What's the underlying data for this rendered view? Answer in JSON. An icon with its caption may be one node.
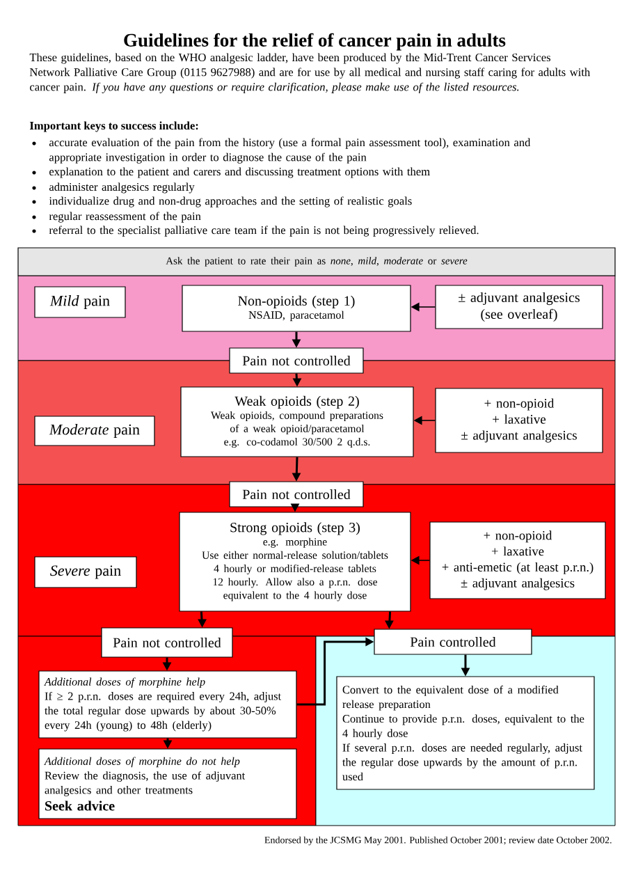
{
  "diagram": {
    "title": "Guidelines for the relief of cancer pain in adults",
    "nodes": [
      {
        "text": [
          "Ask the patient to rate their pain as *none*, *mild*, *moderate* or *severe*"
        ]
      },
      {
        "text": [
          "*Mild* pain"
        ]
      },
      {
        "text": [
          "Non-opioids (step 1)",
          "NSAID, paracetamol"
        ]
      },
      {
        "text": [
          "± adjuvant analgesics (see overleaf)"
        ]
      },
      {
        "text": [
          "Pain not controlled"
        ]
      },
      {
        "text": [
          "*Moderate* pain"
        ]
      },
      {
        "text": [
          "Weak opioids (step 2)",
          "Weak opioids, compound preparations of a weak opioid/paracetamol",
          "e.g. co-codamol 30/500 2 q.d.s."
        ]
      },
      {
        "text": [
          "+ non-opioid",
          "+ laxative",
          "± adjuvant analgesics"
        ]
      },
      {
        "text": [
          "Pain not controlled"
        ]
      },
      {
        "text": [
          "*Severe* pain"
        ]
      },
      {
        "text": [
          "Strong opioids (step 3)",
          "e.g. morphine",
          "Use either normal-release solution/tablets 4 hourly or modified-release tablets 12 hourly. Allow also a p.r.n. dose equivalent to the 4 hourly dose"
        ]
      },
      {
        "text": [
          "+ non-opioid",
          "+ laxative",
          "+ anti-emetic (at least p.r.n.)",
          "± adjuvant analgesics"
        ]
      },
      {
        "text": [
          "Pain not controlled"
        ]
      },
      {
        "text": [
          "Pain controlled"
        ]
      },
      {
        "text": [
          "Additional doses of morphine help",
          "If ≥ 2 p.r.n. doses are required every 24h, adjust the total regular dose upwards by about 30-50% every 24h (young) to 48h (elderly)"
        ]
      },
      {
        "text": [
          "Additional doses of morphine do not help",
          "Review the diagnosis, the use of adjuvant analgesics and other treatments",
          "Seek advice"
        ]
      },
      {
        "text": [
          "Convert to the equivalent dose of a modified release preparation",
          "Continue to provide p.r.n. doses, equivalent to the 4 hourly dose",
          "If several p.r.n. doses are needed regularly, adjust the regular dose upwards by the amount of p.r.n. used"
        ]
      }
    ],
    "edges": [
      {
        "from": 3,
        "to": 2,
        "arrow": "to"
      },
      {
        "from": 2,
        "to": 4,
        "arrow": "to"
      },
      {
        "from": 4,
        "to": 6,
        "arrow": "to"
      },
      {
        "from": 7,
        "to": 6,
        "arrow": "to"
      },
      {
        "from": 6,
        "to": 8,
        "arrow": "to"
      },
      {
        "from": 8,
        "to": 10,
        "arrow": "to"
      },
      {
        "from": 11,
        "to": 10,
        "arrow": "to"
      },
      {
        "from": 10,
        "to": 12,
        "arrow": "to"
      },
      {
        "from": 10,
        "to": 13,
        "arrow": "to"
      },
      {
        "from": 12,
        "to": 14,
        "arrow": "to"
      },
      {
        "from": 14,
        "to": 15,
        "arrow": "to"
      },
      {
        "from": 14,
        "to": 13,
        "arrow": "to"
      },
      {
        "from": 13,
        "to": 16,
        "arrow": "to"
      }
    ],
    "labels": [
      "These guidelines, based on the WHO analgesic ladder, have been produced by the Mid-Trent Cancer Services Network Palliative Care Group (0115 9627988) and are for use by all medical and nursing staff caring for adults with cancer pain. *If you have any questions or require clarification, please make use of the listed resources.*",
      "Important keys to success include:",
      "accurate evaluation of the pain from the history (use a formal pain assessment tool), examination and appropriate investigation in order to diagnose the cause of the pain",
      "explanation to the patient and carers and discussing treatment options with them",
      "administer analgesics regularly",
      "individualize drug and non-drug approaches and the setting of realistic goals",
      "regular reassessment of the pain",
      "referral to the specialist palliative care team if the pain is not being progressively relieved.",
      "Endorsed by the JCSMG May 2001. Published October 2001; review date October 2002."
    ]
  }
}
